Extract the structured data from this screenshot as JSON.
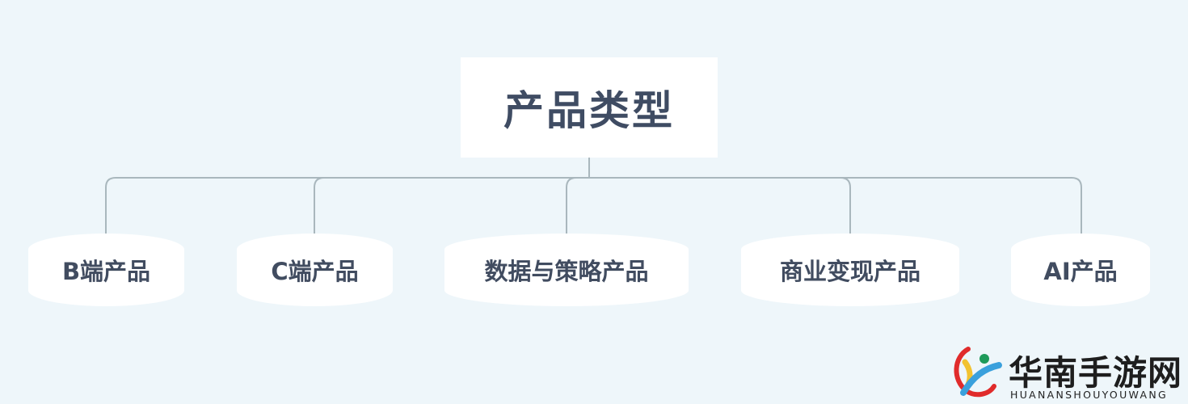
{
  "root": {
    "label": "产品类型"
  },
  "children": [
    {
      "label": "B端产品"
    },
    {
      "label": "C端产品"
    },
    {
      "label": "数据与策略产品"
    },
    {
      "label": "商业变现产品"
    },
    {
      "label": "AI产品"
    }
  ],
  "watermark": {
    "title": "华南手游网",
    "subtitle": "HUANANSHOUYOUWANG"
  },
  "colors": {
    "background": "#eef6fa",
    "node": "#ffffff",
    "text": "#3f4c63",
    "connector": "#a9b7bd"
  }
}
